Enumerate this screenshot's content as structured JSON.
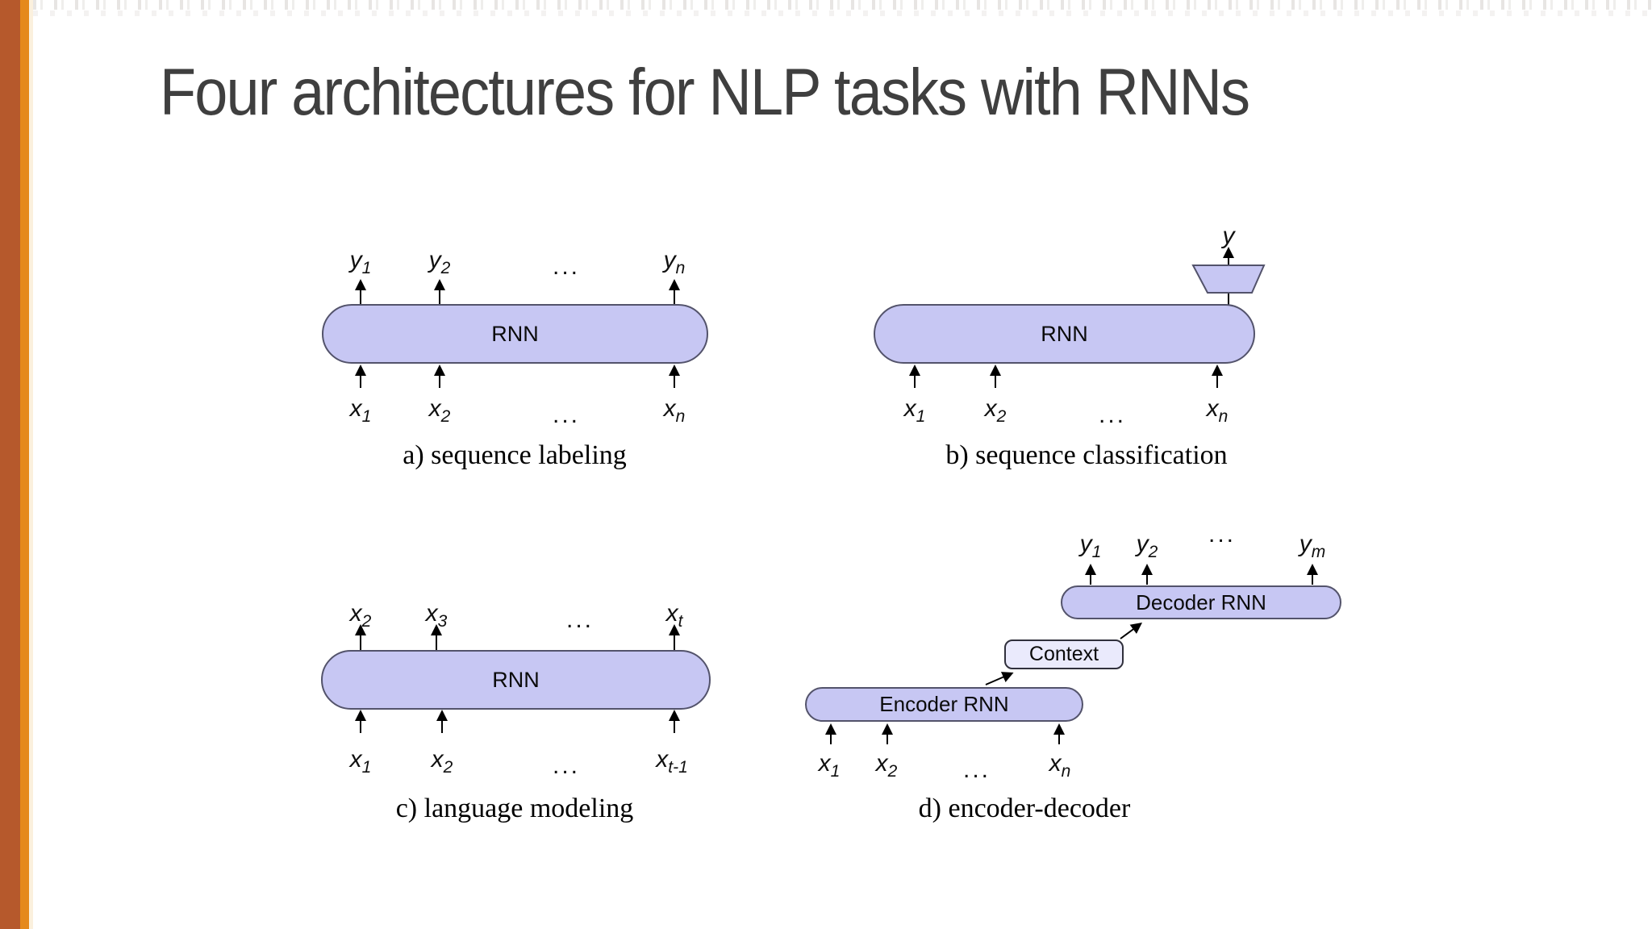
{
  "slide": {
    "title": "Four architectures for NLP tasks with RNNs"
  },
  "colors": {
    "accent_rust": "#b6592c",
    "accent_orange": "#e5891c",
    "node_fill": "#c7c7f3",
    "node_border": "#53536b",
    "context_fill": "#eaeafc",
    "title_text": "#3f3f3f"
  },
  "diagrams": {
    "a": {
      "caption": "a) sequence labeling",
      "node_label": "RNN",
      "top_labels": [
        {
          "base": "y",
          "sub": "1"
        },
        {
          "base": "y",
          "sub": "2"
        },
        {
          "base": "...",
          "sub": ""
        },
        {
          "base": "y",
          "sub": "n"
        }
      ],
      "bottom_labels": [
        {
          "base": "x",
          "sub": "1"
        },
        {
          "base": "x",
          "sub": "2"
        },
        {
          "base": "...",
          "sub": ""
        },
        {
          "base": "x",
          "sub": "n"
        }
      ]
    },
    "b": {
      "caption": "b) sequence classification",
      "node_label": "RNN",
      "output_label": {
        "base": "y",
        "sub": ""
      },
      "bottom_labels": [
        {
          "base": "x",
          "sub": "1"
        },
        {
          "base": "x",
          "sub": "2"
        },
        {
          "base": "...",
          "sub": ""
        },
        {
          "base": "x",
          "sub": "n"
        }
      ]
    },
    "c": {
      "caption": "c) language modeling",
      "node_label": "RNN",
      "top_labels": [
        {
          "base": "x",
          "sub": "2"
        },
        {
          "base": "x",
          "sub": "3"
        },
        {
          "base": "...",
          "sub": ""
        },
        {
          "base": "x",
          "sub": "t"
        }
      ],
      "bottom_labels": [
        {
          "base": "x",
          "sub": "1"
        },
        {
          "base": "x",
          "sub": "2"
        },
        {
          "base": "...",
          "sub": ""
        },
        {
          "base": "x",
          "sub": "t-1"
        }
      ]
    },
    "d": {
      "caption": "d) encoder-decoder",
      "encoder_label": "Encoder RNN",
      "decoder_label": "Decoder RNN",
      "context_label": "Context",
      "top_labels": [
        {
          "base": "y",
          "sub": "1"
        },
        {
          "base": "y",
          "sub": "2"
        },
        {
          "base": "...",
          "sub": ""
        },
        {
          "base": "y",
          "sub": "m"
        }
      ],
      "bottom_labels": [
        {
          "base": "x",
          "sub": "1"
        },
        {
          "base": "x",
          "sub": "2"
        },
        {
          "base": "...",
          "sub": ""
        },
        {
          "base": "x",
          "sub": "n"
        }
      ]
    }
  }
}
